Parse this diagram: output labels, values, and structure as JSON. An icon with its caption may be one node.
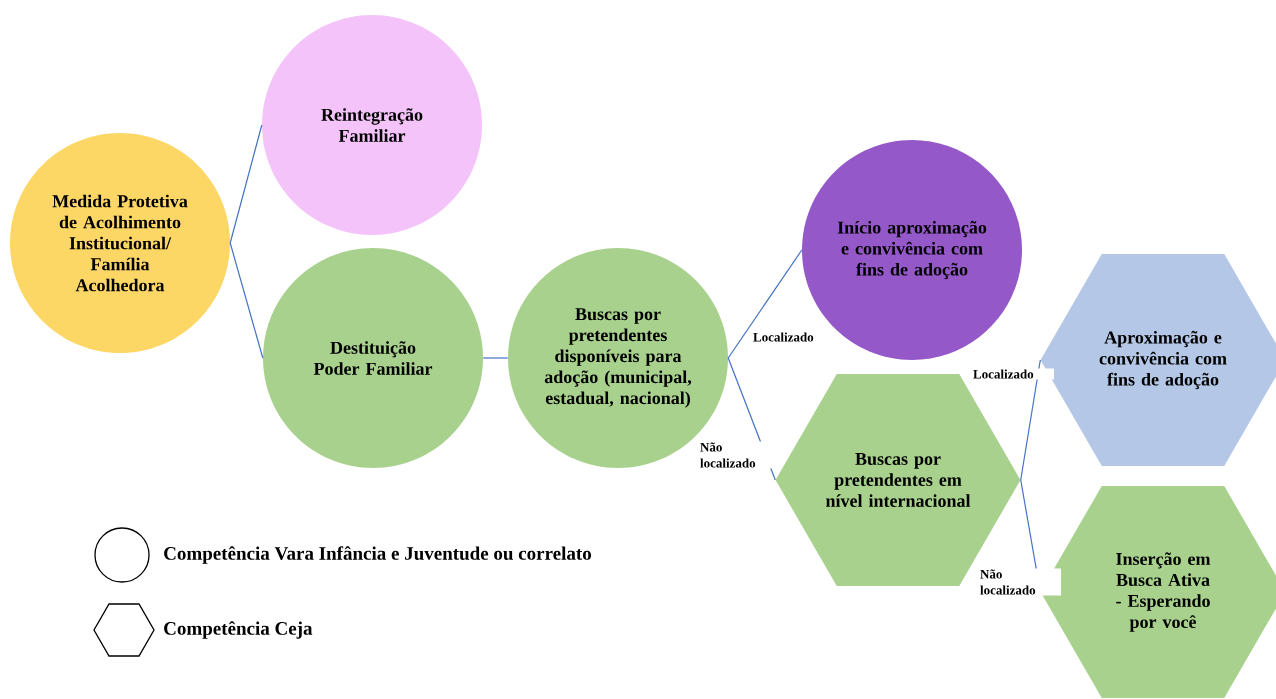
{
  "diagram": {
    "nodes": [
      {
        "text": [
          "Medida Protetiva de Acolhimento Institucional/ Família Acolhedora"
        ]
      },
      {
        "text": [
          "Reintegração Familiar"
        ]
      },
      {
        "text": [
          "Destituição Poder Familiar"
        ]
      },
      {
        "text": [
          "Buscas por pretendentes disponíveis para adoção (municipal, estadual, nacional)"
        ]
      },
      {
        "text": [
          "Início aproximação e convivência com fins de adoção"
        ]
      },
      {
        "text": [
          "Buscas por pretendentes em nível internacional"
        ]
      },
      {
        "text": [
          "Aproximação e convivência com fins de adoção"
        ]
      },
      {
        "text": [
          "Inserção em Busca Ativa - Esperando por você"
        ]
      }
    ],
    "edges": [
      {
        "from": 0,
        "to": 1,
        "arrow": "none"
      },
      {
        "from": 0,
        "to": 2,
        "arrow": "none"
      },
      {
        "from": 2,
        "to": 3,
        "arrow": "none"
      },
      {
        "from": 3,
        "to": 4,
        "arrow": "none",
        "label": "Localizado"
      },
      {
        "from": 3,
        "to": 5,
        "arrow": "none",
        "label": "Não localizado"
      },
      {
        "from": 5,
        "to": 6,
        "arrow": "none",
        "label": "Localizado"
      },
      {
        "from": 5,
        "to": 7,
        "arrow": "none",
        "label": "Não localizado"
      }
    ],
    "legend": [
      {
        "text": "Competência Vara Infância e Juventude ou correlato"
      },
      {
        "text": "Competência Ceja"
      }
    ]
  }
}
